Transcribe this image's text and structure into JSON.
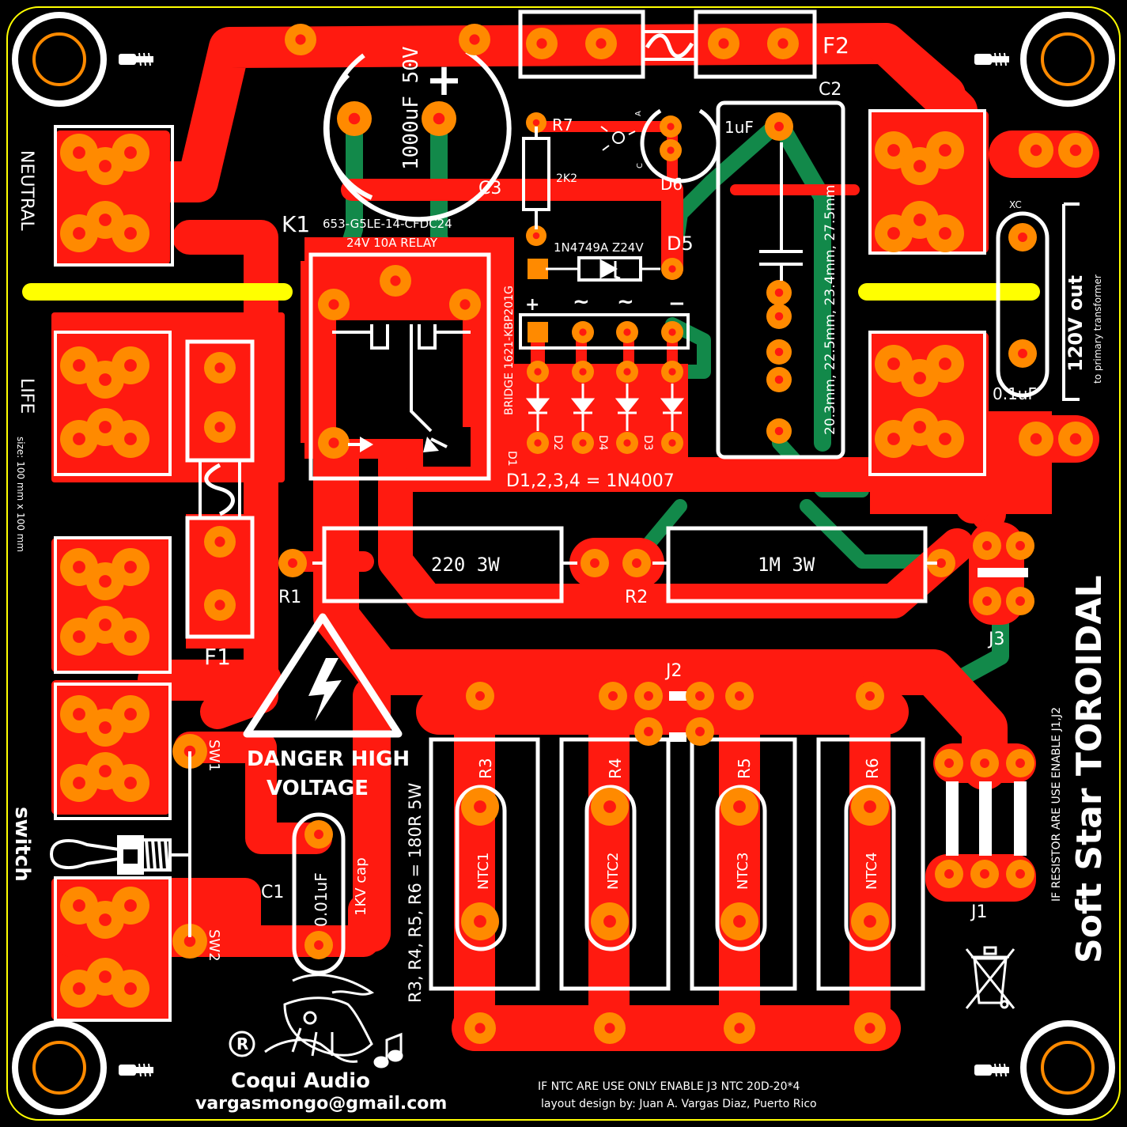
{
  "colors": {
    "board": "#000000",
    "copper_top": "#ff1a10",
    "copper_bottom": "#12894a",
    "pad": "#ff8a00",
    "silkscreen": "#ffffff",
    "marker": "#ffff00",
    "outline": "#ffff00"
  },
  "board": {
    "title": "Soft Star TOROIDAL",
    "note_resistor": "IF RESISTOR ARE USE ENABLE J1,J2",
    "note_ntc": "IF NTC ARE USE ONLY ENABLE J3 NTC 20D-20*4",
    "layout_credit": "layout design by: Juan A. Vargas Diaz, Puerto Rico",
    "size": "size: 100 mm x 100 mm"
  },
  "brand": {
    "name": "Coqui Audio",
    "email": "vargasmongo@gmail.com",
    "registered": "R"
  },
  "connectors": {
    "neutral": "NEUTRAL",
    "life": "LIFE",
    "switch": "switch",
    "out": "120V out",
    "out_note": "to primary transformer"
  },
  "warning": {
    "line1": "DANGER HIGH",
    "line2": "VOLTAGE"
  },
  "components": {
    "c3_value": "1000uF 50V",
    "c3_ref": "C3",
    "c3_plus": "+",
    "k1_ref": "K1",
    "k1_part": "653-G5LE-14-CFDC24",
    "k1_desc": "24V 10A RELAY",
    "r7_ref": "R7",
    "r7_value": "2K2",
    "d6_ref": "D6",
    "d6_a": "A",
    "d6_c": "C",
    "d5_ref": "D5",
    "d5_value": "1N4749A  Z24V",
    "bridge": "BRIDGE 1621-KBP201G",
    "bridge_plus": "+",
    "bridge_ac1": "~",
    "bridge_ac2": "~",
    "bridge_minus": "−",
    "d1": "D1",
    "d2": "D2",
    "d3": "D3",
    "d4": "D4",
    "diodes_note": "D1,2,3,4 = 1N4007",
    "c2_ref": "C2",
    "c2_value": "1uF",
    "c2_sizes": "20.3mm, 22.5mm, 23.4mm, 27.5mm",
    "xc_ref": "XC",
    "xc_value": "0.1uF",
    "f1": "F1",
    "f2": "F2",
    "r1_ref": "R1",
    "r1_value": "220 3W",
    "r2_ref": "R2",
    "r2_value": "1M 3W",
    "j1": "J1",
    "j2": "J2",
    "j3": "J3",
    "sw1": "SW1",
    "sw2": "SW2",
    "c1_ref": "C1",
    "c1_value": "0.01uF",
    "c1_rating": "1KV cap",
    "r3": "R3",
    "r4": "R4",
    "r5": "R5",
    "r6": "R6",
    "r_note": "R3, R4, R5, R6 = 180R 5W",
    "ntc1": "NTC1",
    "ntc2": "NTC2",
    "ntc3": "NTC3",
    "ntc4": "NTC4"
  }
}
